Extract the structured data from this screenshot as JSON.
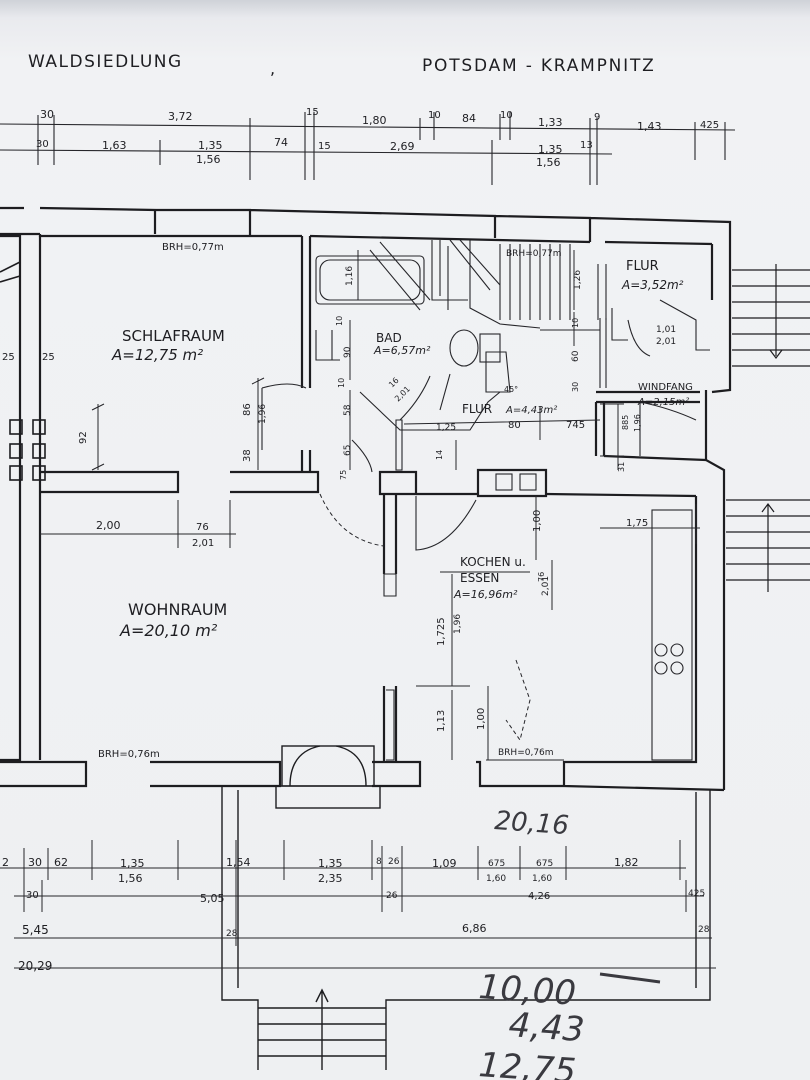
{
  "header": {
    "project": "WALDSIEDLUNG",
    "separator": ",",
    "location": "POTSDAM - KRAMPNITZ"
  },
  "rooms": {
    "schlafraum": {
      "name": "SCHLAFRAUM",
      "area": "A=12,75 m²"
    },
    "wohnraum": {
      "name": "WOHNRAUM",
      "area": "A=20,10 m²"
    },
    "bad": {
      "name": "BAD",
      "area": "A=6,57m²"
    },
    "flur_top": {
      "name": "FLUR",
      "area": "A=3,52m²"
    },
    "flur_mid": {
      "name": "FLUR",
      "area": "A=4,43m²"
    },
    "windfang": {
      "name": "WINDFANG",
      "area": "A=2,15m²"
    },
    "kochen": {
      "name_line1": "KOCHEN u.",
      "name_line2": "ESSEN",
      "area": "A=16,96m²"
    }
  },
  "sill_heights": {
    "schlafraum": "BRH=0,77m",
    "bad": "BRH=0,77m",
    "wohnraum": "BRH=0,76m",
    "kochen": "BRH=0,76m"
  },
  "dims_top_row1": [
    "30",
    "3,72",
    "15",
    "1,80",
    "10",
    "84",
    "10",
    "1,33",
    "9",
    "1,43",
    "425"
  ],
  "dims_top_row2": [
    "30",
    "1,63",
    "1,35",
    "1,56",
    "74",
    "15",
    "2,69",
    "1,35",
    "1,56",
    "13"
  ],
  "dims_left": [
    "25",
    "25"
  ],
  "dims_interior": {
    "schlaf_92": "92",
    "schlaf_86": "86",
    "schlaf_38": "38",
    "schlaf_196": "1,96",
    "wohn_200": "2,00",
    "wohn_76": "76",
    "wohn_201": "2,01",
    "bad_116": "1,16",
    "bad_10": "10",
    "bad_90": "90",
    "bad_10b": "10",
    "bad_58": "58",
    "bad_65": "65",
    "bad_75": "75",
    "bad_16": "16",
    "bad_201": "2,01",
    "bad_125": "1,25",
    "flur_80": "80",
    "flur_745": "745",
    "flur_45": "45°",
    "flur_14": "14",
    "wind_101": "1,01",
    "wind_201": "2,01",
    "wind_885": "885",
    "wind_196": "1,96",
    "wind_31": "31",
    "stair_126": "1,26",
    "stair_10": "10",
    "stair_60": "60",
    "stair_30": "30",
    "koch_100": "1,00",
    "koch_175": "1,75",
    "koch_201": "2,01",
    "koch_76": "76",
    "koch_1725": "1,725",
    "koch_196": "1,96",
    "koch_113": "1,13",
    "koch_100b": "1,00"
  },
  "dims_bottom_row1": [
    "2",
    "30",
    "62",
    "1,35",
    "1,56",
    "1,54",
    "1,35",
    "2,35",
    "8",
    "26",
    "1,09",
    "675",
    "1,60",
    "675",
    "1,60",
    "1,82"
  ],
  "dims_bottom_row2": [
    "30",
    "5,05",
    "26",
    "4,26",
    "425"
  ],
  "dims_bottom_row3": [
    "5,45",
    "28",
    "6,86",
    "28"
  ],
  "dims_bottom_total": "20,29",
  "handwritten": {
    "h1": "20,16",
    "h2": "10,00",
    "h3": "4,43",
    "h4": "12,75"
  }
}
